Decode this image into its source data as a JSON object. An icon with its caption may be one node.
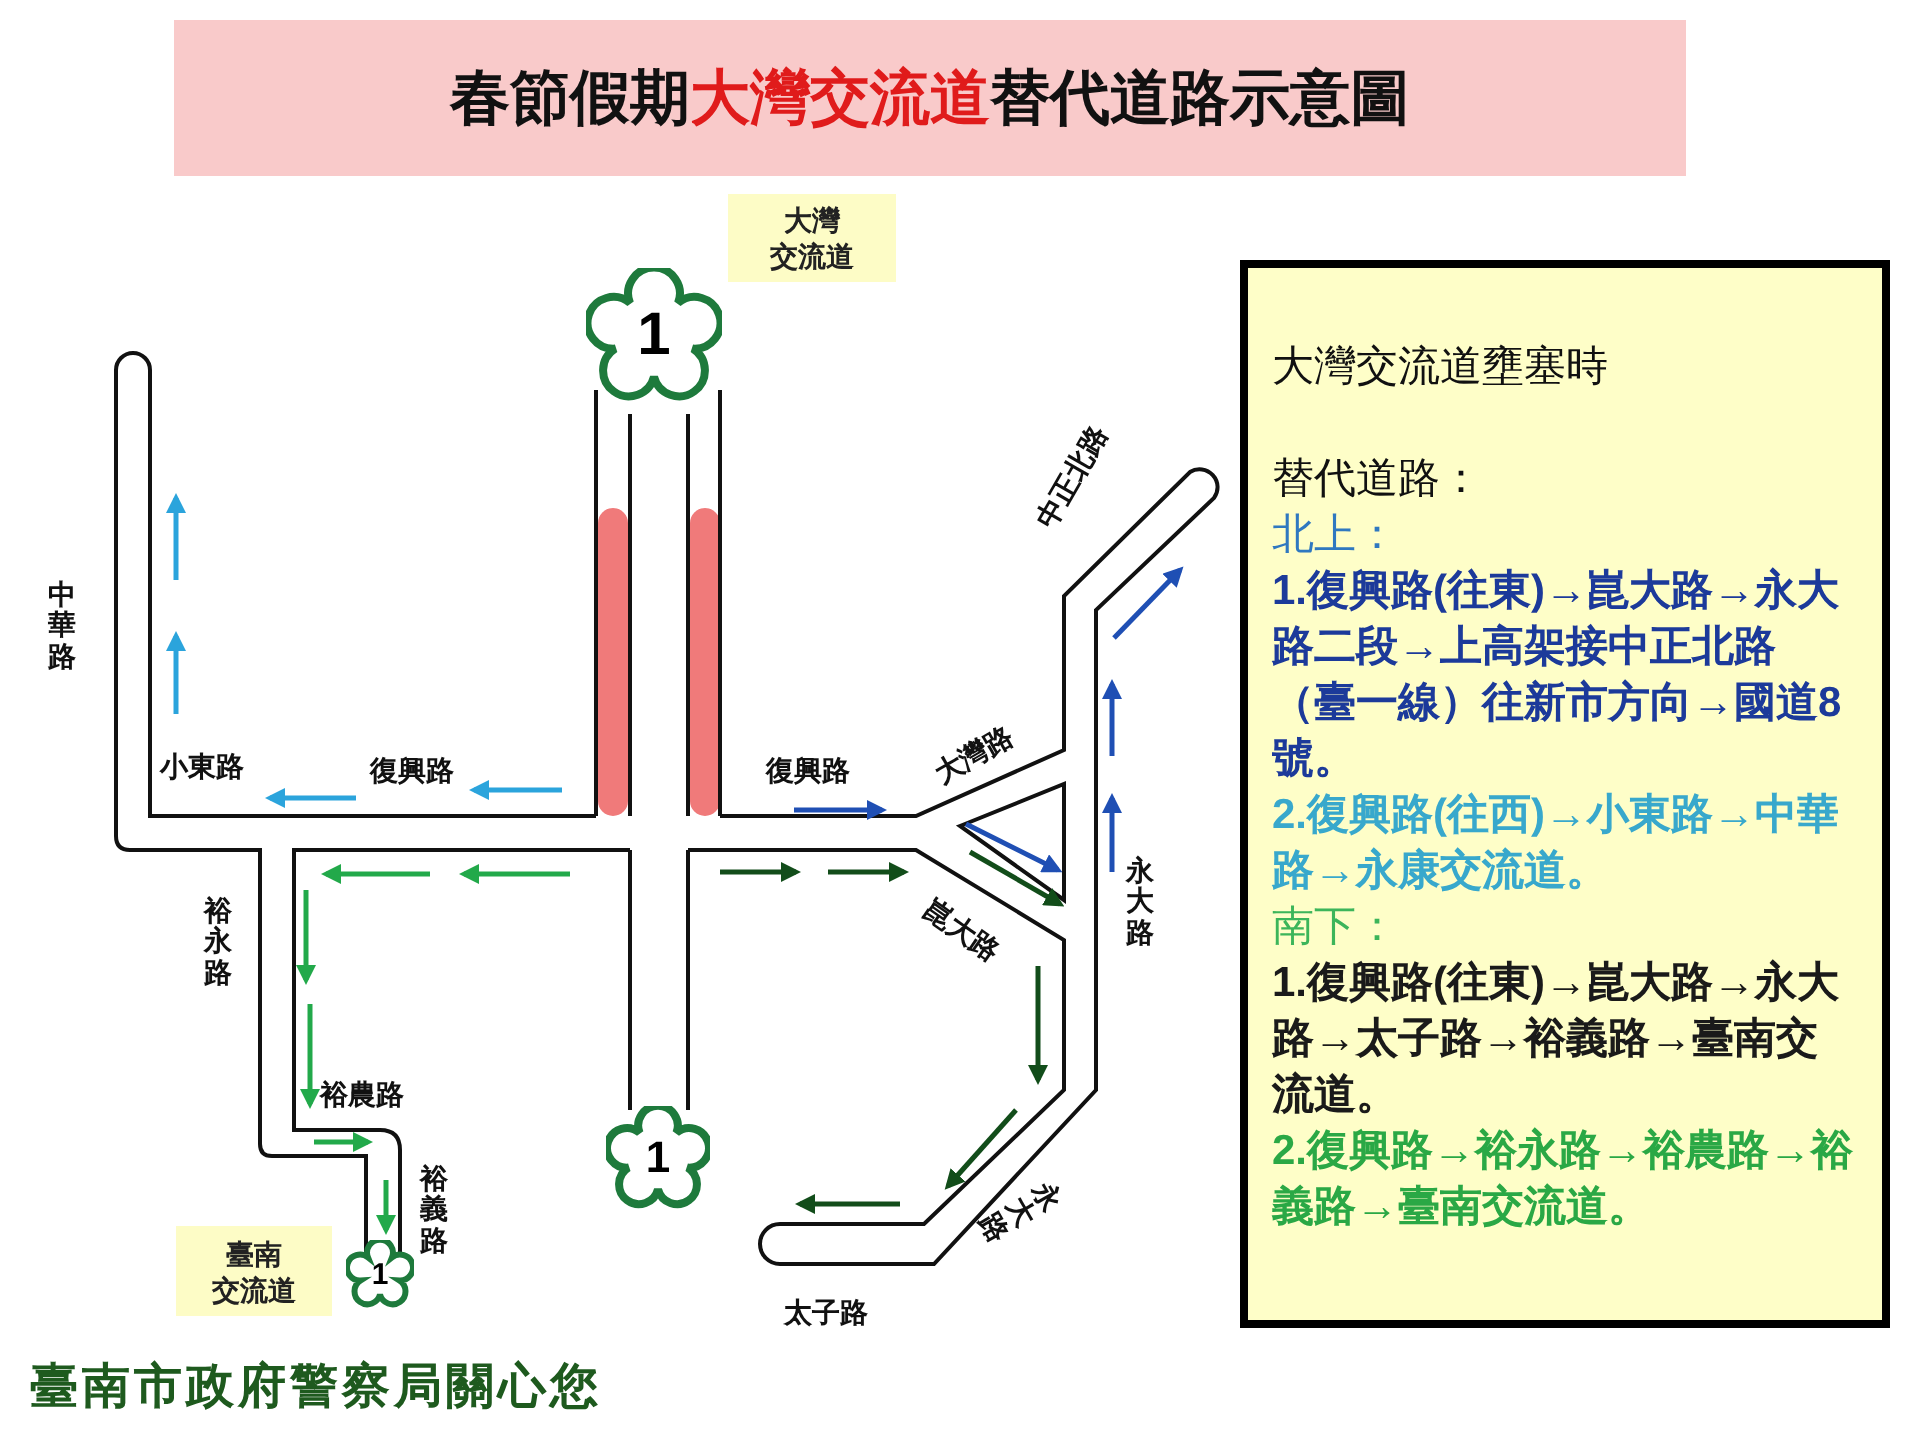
{
  "diagram": {
    "title": "春節假期**大灣交流道**替代道路示意圖",
    "nodes": [
      {
        "text": [
          "大灣交流道壅塞時",
          "替代道路：",
          "北上：",
          "1.復興路(往東)→崑大路→永大路二段→上高架接中正北路（臺一線）往新市方向→國道8號。",
          "2.復興路(往西)→小東路→中華路→永康交流道。",
          "南下：",
          "1.復興路(往東)→崑大路→永大路→太子路→裕義路→臺南交流道。",
          "2.復興路→裕永路→裕農路→裕義路→臺南交流道。"
        ]
      },
      {
        "text": [
          "大灣",
          "交流道"
        ]
      },
      {
        "text": [
          "臺南",
          "交流道"
        ]
      },
      {
        "text": [
          "1"
        ]
      },
      {
        "text": [
          "1"
        ]
      },
      {
        "text": [
          "1"
        ]
      }
    ],
    "labels": [
      "中華路",
      "小東路",
      "復興路",
      "裕永路",
      "裕農路",
      "裕義路",
      "復興路",
      "大灣路",
      "中正北路",
      "崑大路",
      "永大路",
      "永大路",
      "太子路",
      "臺南市政府警察局關心您"
    ]
  }
}
